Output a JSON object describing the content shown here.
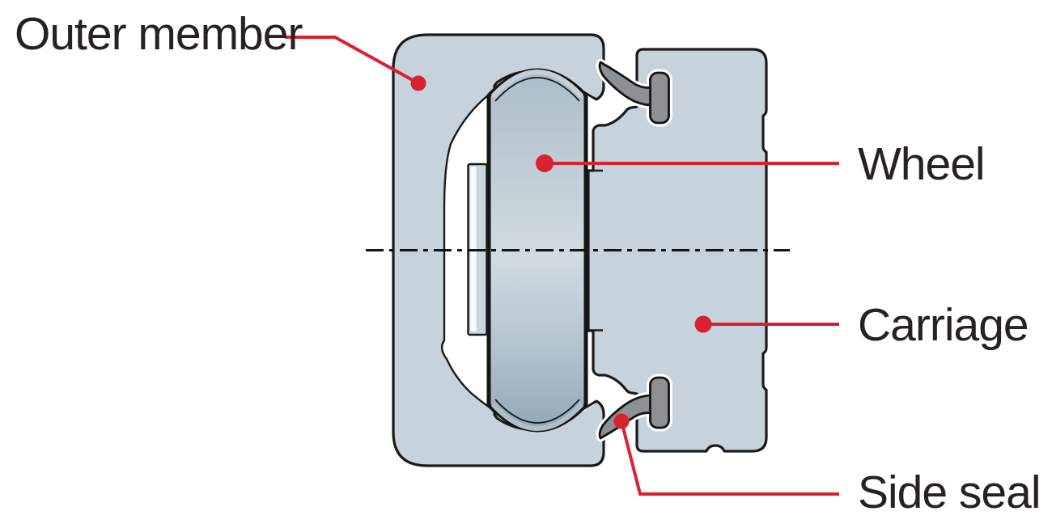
{
  "diagram": {
    "kind": "cross-section",
    "labels": {
      "outer_member": "Outer member",
      "wheel": "Wheel",
      "carriage": "Carriage",
      "side_seal": "Side seal"
    }
  },
  "colors": {
    "background": "#ffffff",
    "body_fill": "#c6d3dc",
    "stud_fill": "#c9d6de",
    "outline": "#1a1a1a",
    "seal_gray": "#8d9194",
    "leader_red": "#d8222f",
    "label_text": "#262223",
    "crown_band_top": "#c3d0d9",
    "crown_band_bottom": "#aebfca",
    "wheel_gradient_top": "#abbcc8",
    "wheel_gradient_upper": "#c0cdd6",
    "wheel_gradient_mid": "#d0dbe2",
    "wheel_gradient_lower": "#b4c4cf",
    "wheel_gradient_bottom": "#93a6b4"
  }
}
